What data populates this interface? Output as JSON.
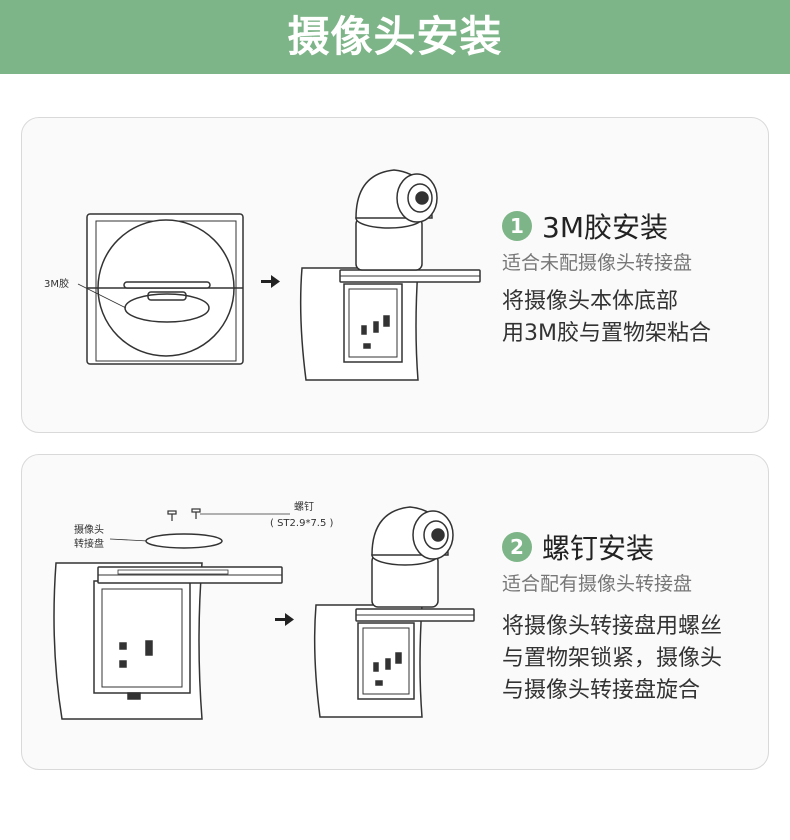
{
  "header": {
    "title": "摄像头安装"
  },
  "step1": {
    "number": "1",
    "title": "3M胶安装",
    "subtitle": "适合未配摄像头转接盘",
    "desc_line1": "将摄像头本体底部",
    "desc_line2": "用3M胶与置物架粘合",
    "callout": "3M胶"
  },
  "step2": {
    "number": "2",
    "title": "螺钉安装",
    "subtitle": "适合配有摄像头转接盘",
    "desc_line1": "将摄像头转接盘用螺丝",
    "desc_line2": "与置物架锁紧，摄像头",
    "desc_line3": "与摄像头转接盘旋合",
    "callout_adapter_line1": "摄像头",
    "callout_adapter_line2": "转接盘",
    "callout_screw": "螺钉",
    "callout_screw_spec": "( ST2.9*7.5 )"
  },
  "colors": {
    "accent": "#7db588",
    "card_border": "#d9d9d9"
  }
}
